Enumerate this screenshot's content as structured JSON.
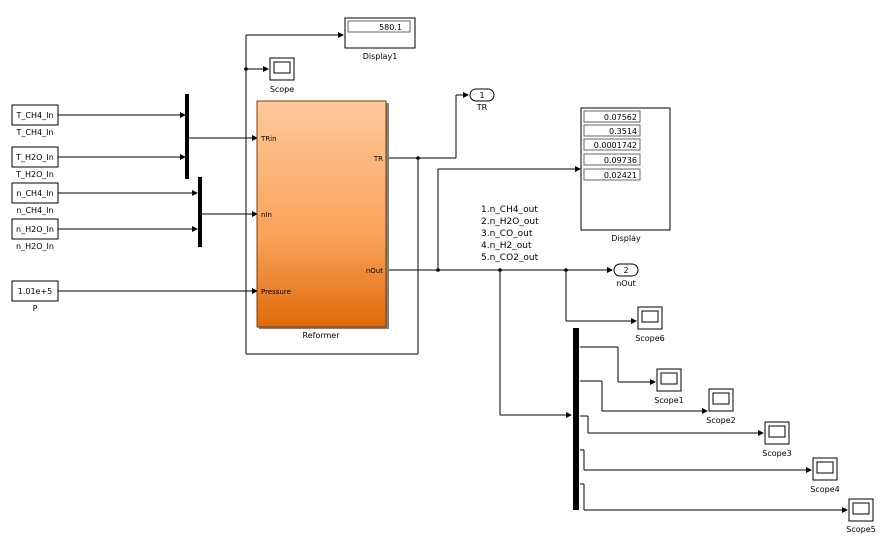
{
  "blocks": {
    "t_ch4_in": {
      "text": "T_CH4_In",
      "label": "T_CH4_In"
    },
    "t_h2o_in": {
      "text": "T_H2O_In",
      "label": "T_H2O_In"
    },
    "n_ch4_in": {
      "text": "n_CH4_In",
      "label": "n_CH4_In"
    },
    "n_h2o_in": {
      "text": "n_H2O_In",
      "label": "n_H2O_In"
    },
    "pressure_const": {
      "text": "1.01e+5",
      "label": "P"
    }
  },
  "reformer": {
    "label": "Reformer",
    "in_ports": [
      "TRin",
      "nIn",
      "Pressure"
    ],
    "out_ports": [
      "TR",
      "nOut"
    ],
    "color_top": "#ffc89a",
    "color_bottom": "#e06a0a"
  },
  "display1": {
    "value": "580.1",
    "label": "Display1"
  },
  "display": {
    "values": [
      "0.07562",
      "0.3514",
      "0.0001742",
      "0.09736",
      "0.02421"
    ],
    "label": "Display"
  },
  "outports": {
    "tr": {
      "number": "1",
      "label": "TR"
    },
    "nout": {
      "number": "2",
      "label": "nOut"
    }
  },
  "scopes": {
    "scope": "Scope",
    "scope1": "Scope1",
    "scope2": "Scope2",
    "scope3": "Scope3",
    "scope4": "Scope4",
    "scope5": "Scope5",
    "scope6": "Scope6"
  },
  "signal_annotation": [
    "1.n_CH4_out",
    "2.n_H2O_out",
    "3.n_CO_out",
    "4.n_H2_out",
    "5.n_CO2_out"
  ]
}
